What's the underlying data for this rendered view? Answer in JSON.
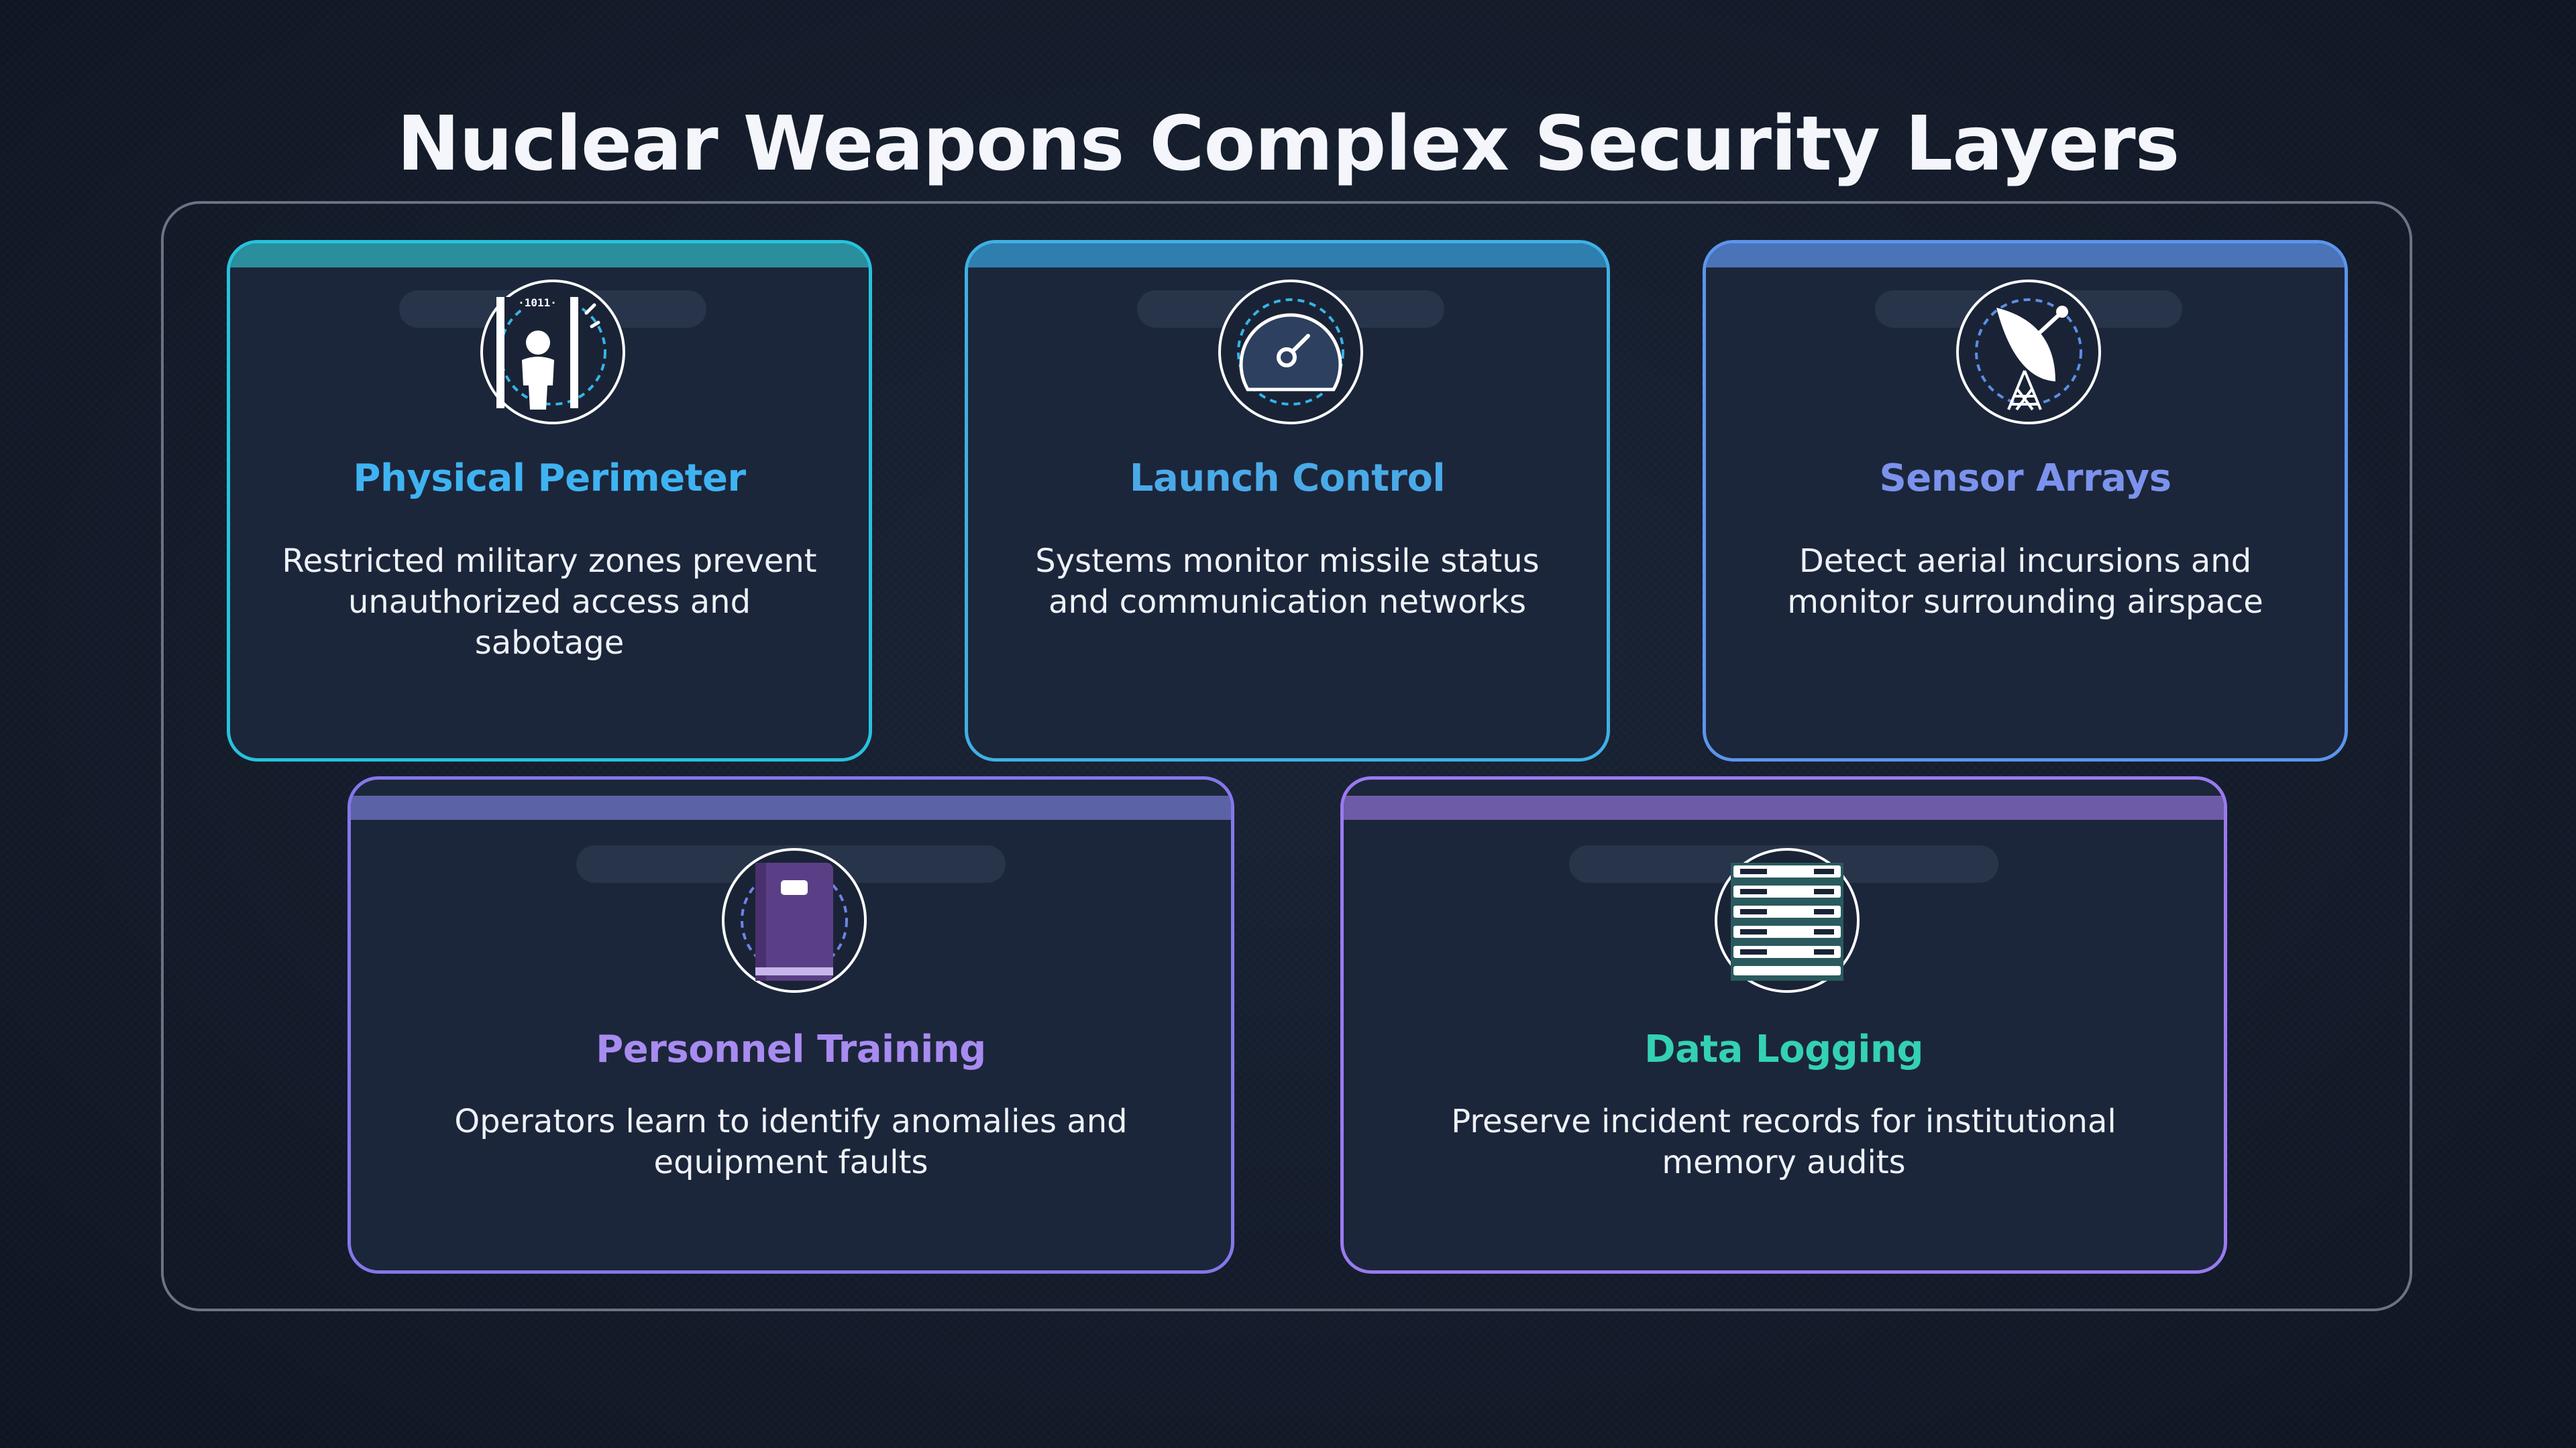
{
  "title": "Nuclear Weapons Complex Security Layers",
  "colors": {
    "background": "#131b2a",
    "card_fill": "#1c263a",
    "frame_border": "#6b7384",
    "title_text": "#f4f6fb"
  },
  "cards": [
    {
      "title": "Physical Perimeter",
      "description": "Restricted military zones prevent unauthorized access and sabotage",
      "icon": "security-gate-person-icon",
      "accent": "#3fb3f2"
    },
    {
      "title": "Launch Control",
      "description": "Systems monitor missile status and communication networks",
      "icon": "control-dial-icon",
      "accent": "#4aaae8"
    },
    {
      "title": "Sensor Arrays",
      "description": "Detect aerial incursions and monitor surrounding airspace",
      "icon": "satellite-dish-icon",
      "accent": "#7b93ec"
    },
    {
      "title": "Personnel Training",
      "description": "Operators learn to identify anomalies and equipment faults",
      "icon": "training-manual-icon",
      "accent": "#a88bf0"
    },
    {
      "title": "Data Logging",
      "description": "Preserve incident records for institutional memory audits",
      "icon": "server-rack-icon",
      "accent": "#34d1b4"
    }
  ]
}
